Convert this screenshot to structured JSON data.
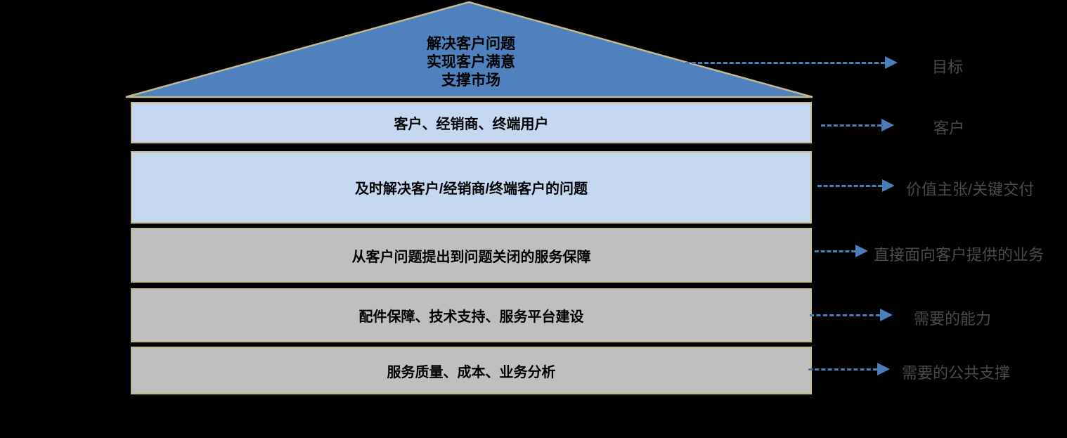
{
  "roof": {
    "lines": [
      "解决客户问题",
      "实现客户满意",
      "支撑市场"
    ]
  },
  "layers": [
    {
      "text": "客户、经销商、终端用户",
      "variant": "blue"
    },
    {
      "text": "及时解决客户/经销商/终端客户的问题",
      "variant": "blue"
    },
    {
      "text": "从客户问题提出到问题关闭的服务保障",
      "variant": "gray"
    },
    {
      "text": "配件保障、技术支持、服务平台建设",
      "variant": "gray"
    },
    {
      "text": "服务质量、成本、业务分析",
      "variant": "gray"
    }
  ],
  "annotations": [
    {
      "label": "目标"
    },
    {
      "label": "客户"
    },
    {
      "label": "价值主张/关键交付"
    },
    {
      "label": "直接面向客户提供的业务"
    },
    {
      "label": "需要的能力"
    },
    {
      "label": "需要的公共支撑"
    }
  ],
  "colors": {
    "background": "#000000",
    "roof_fill": "#4e81bd",
    "shape_border": "#c2b98c",
    "layer_blue": "#c6d8f0",
    "layer_gray": "#bfbfbf",
    "arrow_blue": "#4a7ebb",
    "label_gray": "#4a4a4a",
    "shape_text": "#000000"
  }
}
